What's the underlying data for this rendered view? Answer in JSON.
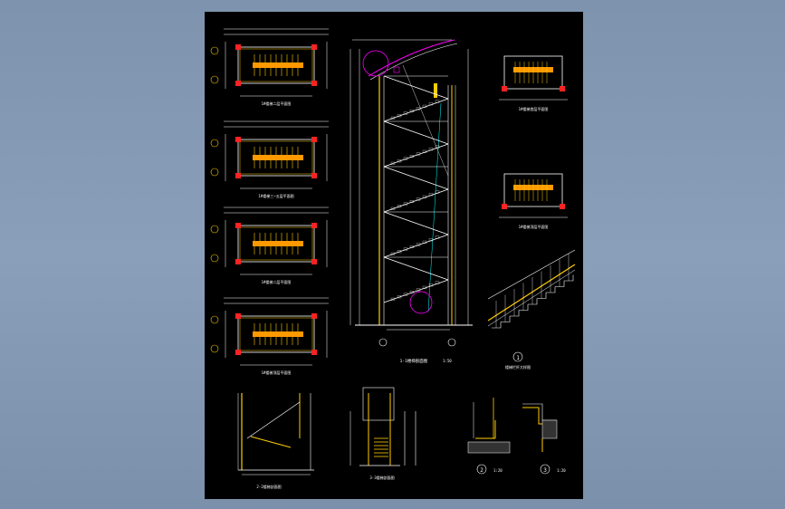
{
  "drawing": {
    "background": "#000000",
    "app_background": "#8195af",
    "colors": {
      "white": "#ffffff",
      "yellow": "#ffcc00",
      "orange": "#ff9900",
      "red": "#ff2222",
      "magenta": "#ff00ff",
      "cyan": "#00ffff",
      "green": "#00ff66",
      "blue": "#3b6bff"
    }
  },
  "labels": {
    "plan_1": "1#楼梯二层平面图",
    "plan_2": "1#楼梯三~五层平面图",
    "plan_3": "1#楼梯二层平面图",
    "plan_4": "1#楼梯顶层平面图",
    "section_main": "1-1楼梯剖面图",
    "plan_right_1": "1#楼梯首层平面图",
    "plan_right_2": "1#楼梯顶层平面图",
    "detail_rail": "楼梯栏杆大样图",
    "section_2": "2-2楼梯剖面图",
    "section_3": "3-3楼梯剖面图",
    "scale_1": "1:50",
    "scale_2": "1:20",
    "node_1": "1",
    "node_2": "2",
    "node_3": "3"
  }
}
